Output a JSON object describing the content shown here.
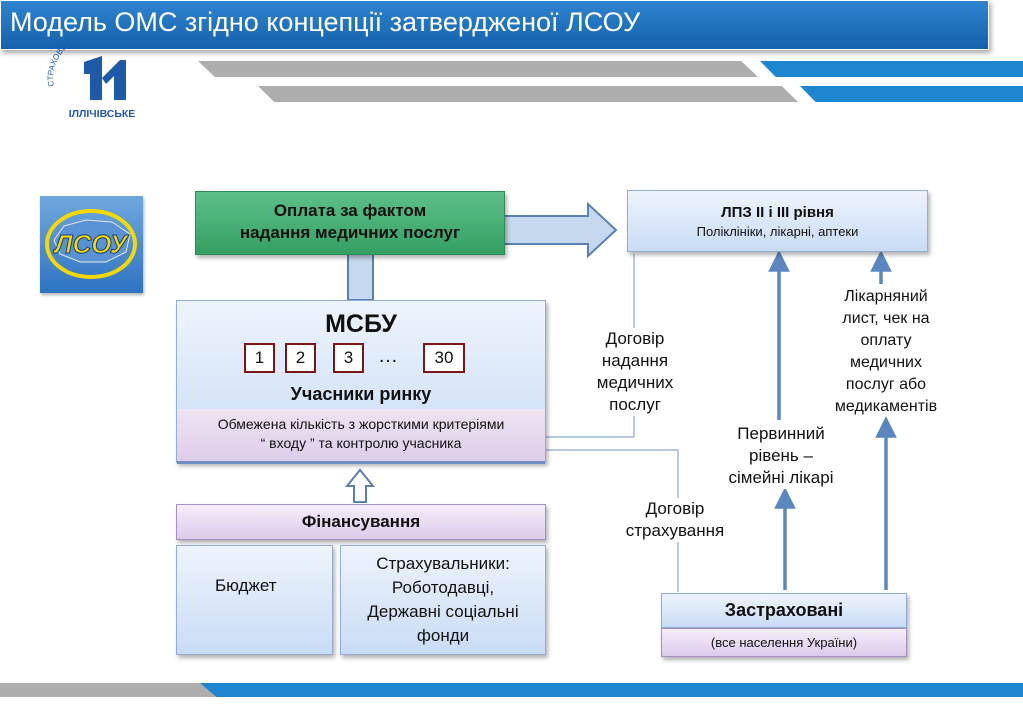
{
  "logo": {
    "arc_text": "СТРАХОВЕ ТОВАРИСТВО",
    "name": "ІЛЛІЧІВСЬКЕ"
  },
  "header": {
    "title": "Модель ОМС згідно концепції затвердженої ЛСОУ"
  },
  "lsou_logo": {
    "text": "ЛСОУ"
  },
  "payment": {
    "line1": "Оплата за фактом",
    "line2": "надання медичних послуг"
  },
  "lpz": {
    "title": "ЛПЗ ІІ і ІІІ рівня",
    "subtitle": "Поліклініки, лікарні, аптеки"
  },
  "msbu": {
    "title": "МСБУ",
    "participants": [
      "1",
      "2",
      "3",
      "30"
    ],
    "ellipsis": "…",
    "participants_label": "Учасники ринку",
    "restriction_line1": "Обмежена кількість з жорсткими критеріями",
    "restriction_line2": "“ входу ” та контролю учасника"
  },
  "financing": {
    "label": "Фінансування"
  },
  "budget": {
    "label": "Бюджет"
  },
  "insurers": {
    "line1": "Страхувальники:",
    "line2": "Роботодавці,",
    "line3": "Державні соціальні",
    "line4": "фонди"
  },
  "contract_services": {
    "line1": "Договір",
    "line2": "надання",
    "line3": "медичних",
    "line4": "послуг"
  },
  "contract_insurance": {
    "line1": "Договір",
    "line2": "страхування"
  },
  "primary_level": {
    "line1": "Первинний",
    "line2": "рівень –",
    "line3": "сімейні лікарі"
  },
  "sick_leave": {
    "line1": "Лікарняний",
    "line2": "лист, чек на",
    "line3": "оплату",
    "line4": "медичних",
    "line5": "послуг або",
    "line6": "медикаментів"
  },
  "insured": {
    "title": "Застраховані",
    "subtitle": "(все населення України)"
  },
  "colors": {
    "header_blue": "#1f6fbd",
    "payment_green": "#3da86a",
    "border_maroon": "#7a1616",
    "arrow_blue": "#5b87c0"
  }
}
